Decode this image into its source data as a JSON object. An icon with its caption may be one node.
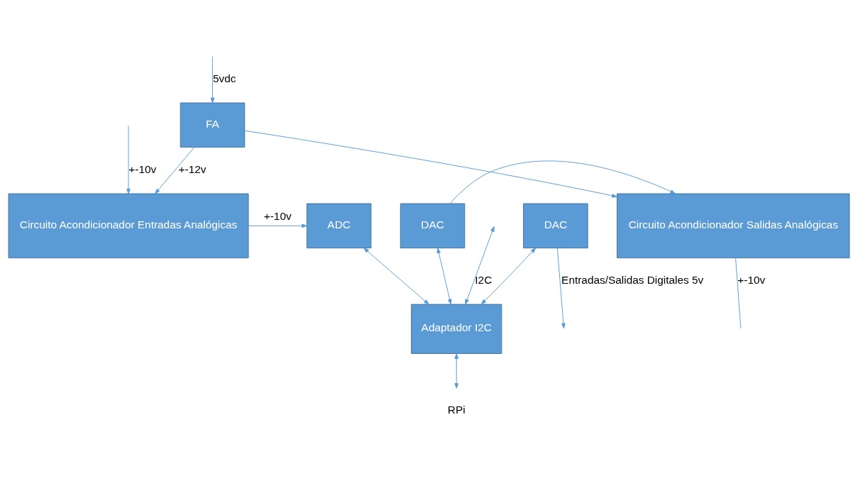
{
  "diagram": {
    "nodes": [
      {
        "text": [
          "FA"
        ]
      },
      {
        "text": [
          "Circuito Acondicionador Entradas Analógicas"
        ]
      },
      {
        "text": [
          "ADC"
        ]
      },
      {
        "text": [
          "DAC"
        ]
      },
      {
        "text": [
          "Circuito Acondicionador Salidas Analógicas"
        ]
      },
      {
        "text": [
          "Adaptador I2C"
        ]
      },
      {
        "text": [
          "RPi"
        ]
      },
      {
        "text": [
          "DAC"
        ]
      }
    ],
    "edges": [
      {
        "from": null,
        "to": 0,
        "arrow": "to",
        "label": "5vdc"
      },
      {
        "from": 0,
        "to": 1,
        "arrow": "to",
        "label": "+-12v"
      },
      {
        "from": 0,
        "to": 4,
        "arrow": "to"
      },
      {
        "from": null,
        "to": 1,
        "arrow": "to",
        "label": "+-10v"
      },
      {
        "from": 1,
        "to": 2,
        "arrow": "to",
        "label": "+-10v"
      },
      {
        "from": 3,
        "to": 4,
        "arrow": "to"
      },
      {
        "from": 4,
        "to": null,
        "arrow": "none",
        "label": "+-10v"
      },
      {
        "from": 2,
        "to": 5,
        "arrow": "both"
      },
      {
        "from": 3,
        "to": 5,
        "arrow": "both"
      },
      {
        "from": null,
        "to": 5,
        "arrow": "both",
        "label": "I2C"
      },
      {
        "from": 7,
        "to": 5,
        "arrow": "both"
      },
      {
        "from": 5,
        "to": 6,
        "arrow": "both"
      },
      {
        "from": 7,
        "to": null,
        "arrow": "to",
        "label": "Entradas/Salidas Digitales 5v"
      }
    ]
  }
}
